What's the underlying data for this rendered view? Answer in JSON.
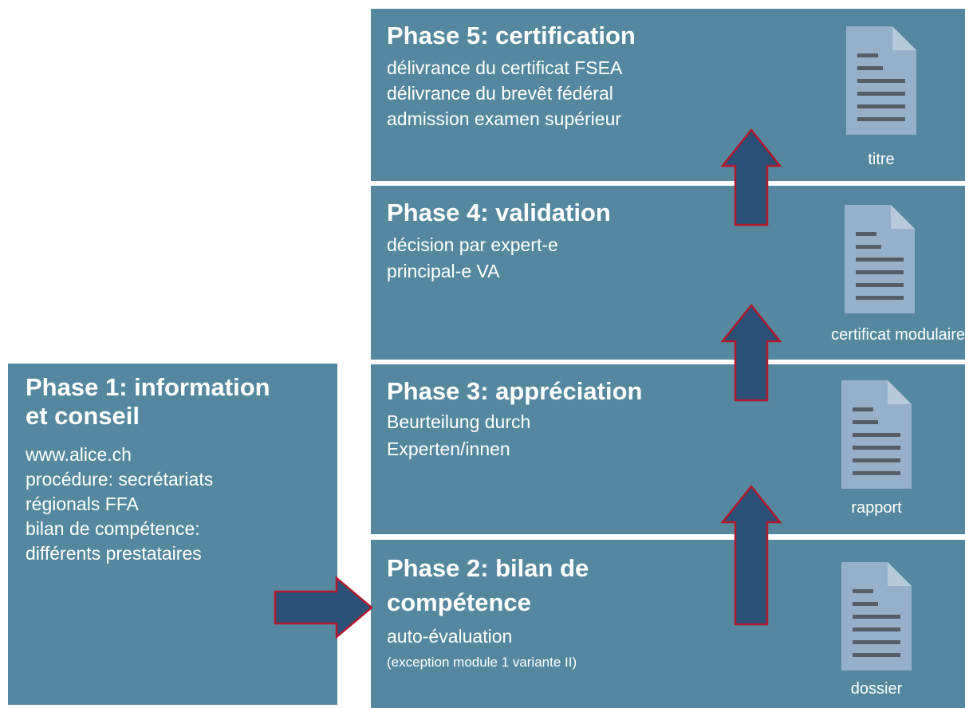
{
  "phases": {
    "p1": {
      "title_line1": "Phase 1: information",
      "title_line2": "et conseil",
      "lines": [
        "www.alice.ch",
        "procédure: secrétariats",
        "régionals FFA",
        "bilan de compétence:",
        "différents prestataires"
      ]
    },
    "p2": {
      "title_line1": "Phase 2: bilan de",
      "title_line2": "compétence",
      "lines": [
        "auto-évaluation"
      ],
      "note": "(exception module 1 variante II)",
      "doc_label": "dossier"
    },
    "p3": {
      "title": "Phase 3: appréciation",
      "lines": [
        "Beurteilung durch",
        "Experten/innen"
      ],
      "doc_label": "rapport"
    },
    "p4": {
      "title": "Phase 4: validation",
      "lines": [
        "décision par expert-e",
        "principal-e VA"
      ],
      "doc_label": "certificat modulaire"
    },
    "p5": {
      "title": "Phase 5: certification",
      "lines": [
        "délivrance du certificat FSEA",
        "délivrance du brevêt fédéral",
        "admission examen supérieur"
      ],
      "doc_label": "titre"
    }
  },
  "colors": {
    "box": "#55889f",
    "arrow_fill": "#2a5078",
    "arrow_stroke": "#b2182b",
    "doc": "#97b0c9",
    "doc_lines": "#555e66"
  }
}
